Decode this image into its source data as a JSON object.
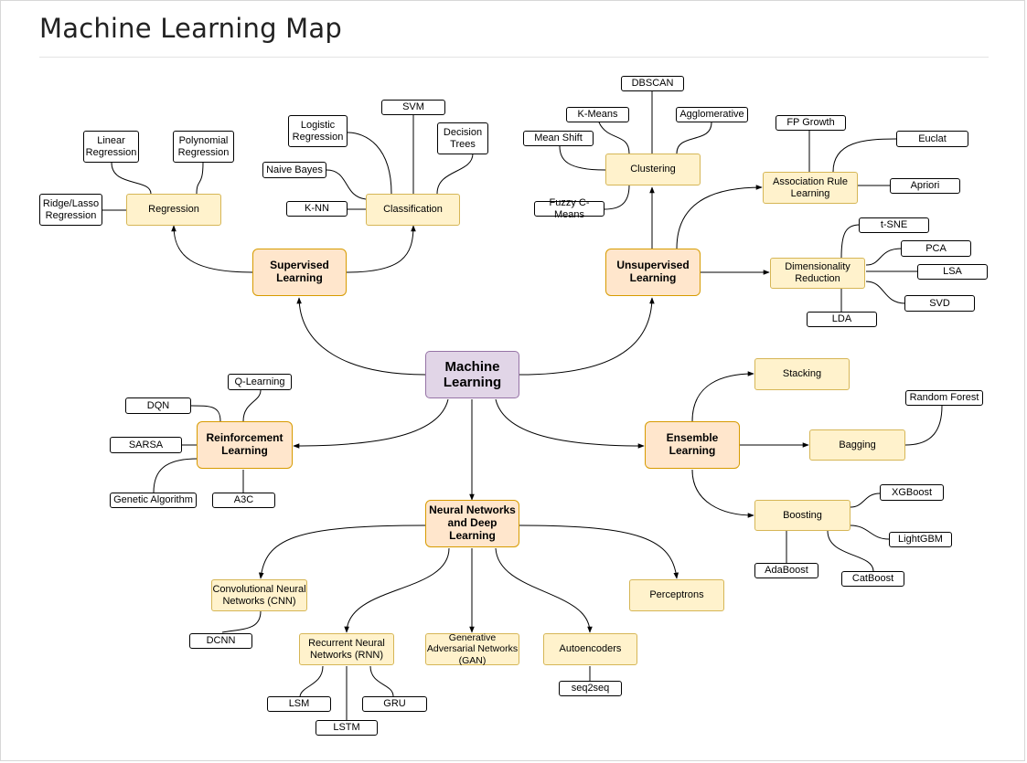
{
  "page": {
    "title": "Machine Learning Map"
  },
  "nodes": {
    "machine_learning": "Machine\nLearning",
    "supervised": "Supervised\nLearning",
    "unsupervised": "Unsupervised\nLearning",
    "reinforcement": "Reinforcement\nLearning",
    "ensemble": "Ensemble\nLearning",
    "neural": "Neural Networks\nand Deep\nLearning",
    "regression": "Regression",
    "classification": "Classification",
    "clustering": "Clustering",
    "association": "Association Rule\nLearning",
    "dimensionality": "Dimensionality\nReduction",
    "stacking": "Stacking",
    "bagging": "Bagging",
    "boosting": "Boosting",
    "cnn": "Convolutional Neural\nNetworks (CNN)",
    "rnn": "Recurrent Neural\nNetworks (RNN)",
    "gan": "Generative\nAdversarial Networks\n(GAN)",
    "autoencoders": "Autoencoders",
    "perceptrons": "Perceptrons",
    "linear_regression": "Linear\nRegression",
    "polynomial_regression": "Polynomial\nRegression",
    "ridge_lasso": "Ridge/Lasso\nRegression",
    "logistic_regression": "Logistic\nRegression",
    "svm": "SVM",
    "decision_trees": "Decision\nTrees",
    "naive_bayes": "Naive Bayes",
    "knn": "K-NN",
    "dbscan": "DBSCAN",
    "kmeans": "K-Means",
    "agglomerative": "Agglomerative",
    "mean_shift": "Mean Shift",
    "fuzzy_cmeans": "Fuzzy C-Means",
    "fp_growth": "FP Growth",
    "euclat": "Euclat",
    "apriori": "Apriori",
    "tsne": "t-SNE",
    "pca": "PCA",
    "lsa": "LSA",
    "svd": "SVD",
    "lda": "LDA",
    "qlearning": "Q-Learning",
    "dqn": "DQN",
    "sarsa": "SARSA",
    "genetic": "Genetic Algorithm",
    "a3c": "A3C",
    "random_forest": "Random Forest",
    "xgboost": "XGBoost",
    "lightgbm": "LightGBM",
    "adaboost": "AdaBoost",
    "catboost": "CatBoost",
    "dcnn": "DCNN",
    "lsm": "LSM",
    "lstm": "LSTM",
    "gru": "GRU",
    "seq2seq": "seq2seq"
  }
}
